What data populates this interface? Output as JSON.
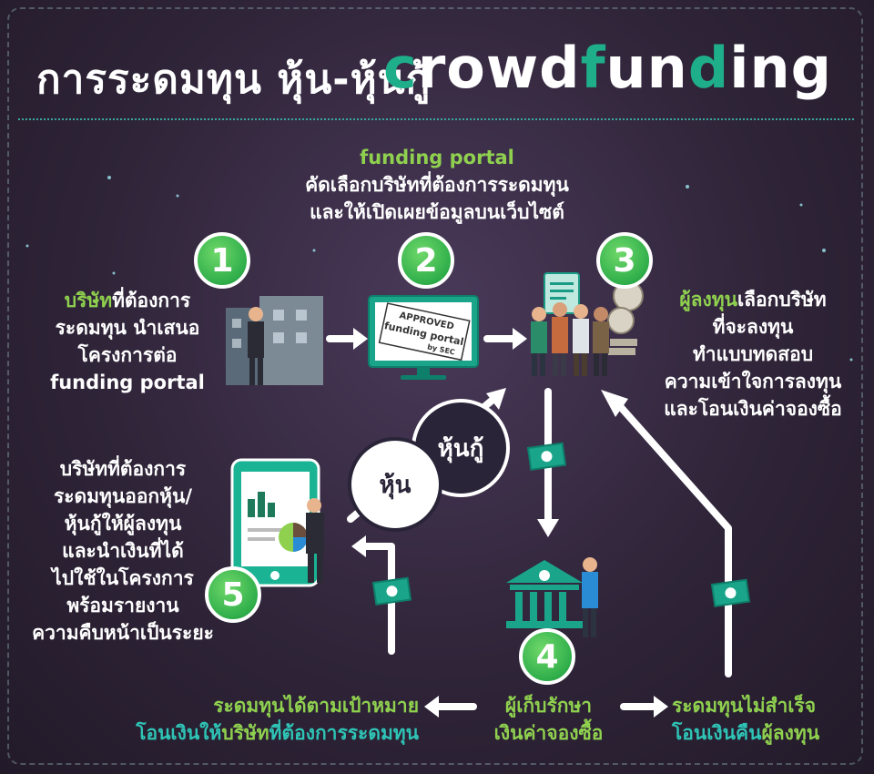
{
  "title": {
    "thai": "การระดมทุน หุ้น-หุ้นกู้",
    "crowd_parts": [
      {
        "t": "c",
        "green": true
      },
      {
        "t": "rowd",
        "green": false
      },
      {
        "t": "f",
        "green": true
      },
      {
        "t": "un",
        "green": false
      },
      {
        "t": "d",
        "green": true
      },
      {
        "t": "ing",
        "green": false
      }
    ]
  },
  "portal_box": {
    "heading": "funding portal",
    "line1": "คัดเลือกบริษัทที่ต้องการระดมทุน",
    "line2": "และให้เปิดเผยข้อมูลบนเว็บไซต์"
  },
  "steps": {
    "one": "1",
    "two": "2",
    "three": "3",
    "four": "4",
    "five": "5"
  },
  "step1": {
    "l1_green": "บริษัท",
    "l1_rest": "ที่ต้องการ",
    "l2": "ระดมทุน นำเสนอ",
    "l3": "โครงการต่อ",
    "l4": "funding portal"
  },
  "monitor": {
    "approved": "APPROVED",
    "portal": "funding portal",
    "by": "by SEC"
  },
  "step3": {
    "l1_green": "ผู้ลงทุน",
    "l1_rest": "เลือกบริษัท",
    "l2": "ที่จะลงทุน",
    "l3": "ทำแบบทดสอบ",
    "l4": "ความเข้าใจการลงทุน",
    "l5": "และโอนเงินค่าจองซื้อ"
  },
  "bubbles": {
    "stock": "หุ้น",
    "bond": "หุ้นกู้"
  },
  "step5": {
    "l1": "บริษัทที่ต้องการ",
    "l2": "ระดมทุนออกหุ้น/",
    "l3": "หุ้นกู้ให้ผู้ลงทุน",
    "l4": "และนำเงินที่ได้",
    "l5": "ไปใช้ในโครงการ",
    "l6": "พร้อมรายงาน",
    "l7": "ความคืบหน้าเป็นระยะ"
  },
  "step4": {
    "l1": "ผู้เก็บรักษา",
    "l2": "เงินค่าจองซื้อ"
  },
  "success": {
    "l1": "ระดมทุนได้ตามเป้าหมาย",
    "l2_teal": "โอนเงินให้",
    "l2_green": "บริษัท",
    "l2_rest": "ที่ต้องการระดมทุน"
  },
  "fail": {
    "l1": "ระดมทุนไม่สำเร็จ",
    "l2_teal": "โอนเงินคืน",
    "l2_green": "ผู้ลงทุน"
  },
  "colors": {
    "green": "#8fd14f",
    "teal": "#2ec4b6",
    "accent": "#1fae8a",
    "circle": "#2fae4a"
  },
  "icons": [
    "building-icon",
    "monitor-icon",
    "investors-icon",
    "tablet-chart-icon",
    "bank-icon",
    "money-icon",
    "arrow-icon"
  ]
}
